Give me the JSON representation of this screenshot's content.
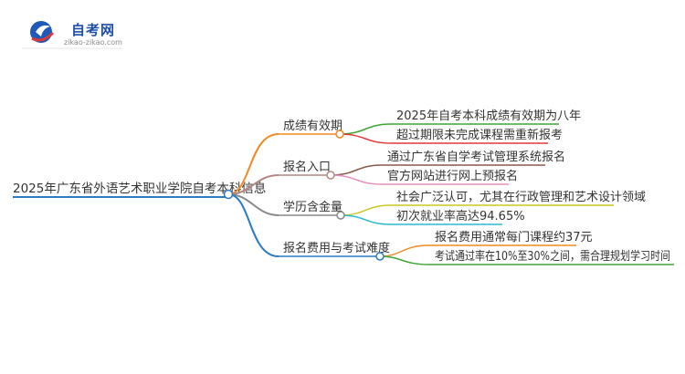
{
  "brand": {
    "title": "自考网",
    "url": "zikao-zikao.com"
  },
  "mindmap": {
    "root": "2025年广东省外语艺术职业学院自考本科信息",
    "branches": [
      {
        "label": "成绩有效期",
        "color": "#f08a24",
        "children": [
          {
            "label": "2025年自考本科成绩有效期为八年",
            "color": "#3fa535"
          },
          {
            "label": "超过期限未完成课程需重新报考",
            "color": "#e2393a"
          }
        ]
      },
      {
        "label": "报名入口",
        "color": "#b08880",
        "children": [
          {
            "label": "通过广东省自学考试管理系统报名",
            "color": "#8a5a4a"
          },
          {
            "label": "官方网站进行网上预报名",
            "color": "#e48fbf"
          }
        ]
      },
      {
        "label": "学历含金量",
        "color": "#888888",
        "children": [
          {
            "label": "社会广泛认可，尤其在行政管理和艺术设计领域",
            "color": "#c9c922"
          },
          {
            "label": "初次就业率高达94.65%",
            "color": "#2bbad0"
          }
        ]
      },
      {
        "label": "报名费用与考试难度",
        "color": "#2a7bc4",
        "children": [
          {
            "label": "报名费用通常每门课程约37元",
            "color": "#f08a24"
          },
          {
            "label": "考试通过率在10%至30%之间，需合理规划学习时间",
            "color": "#3fa535"
          }
        ]
      }
    ]
  }
}
